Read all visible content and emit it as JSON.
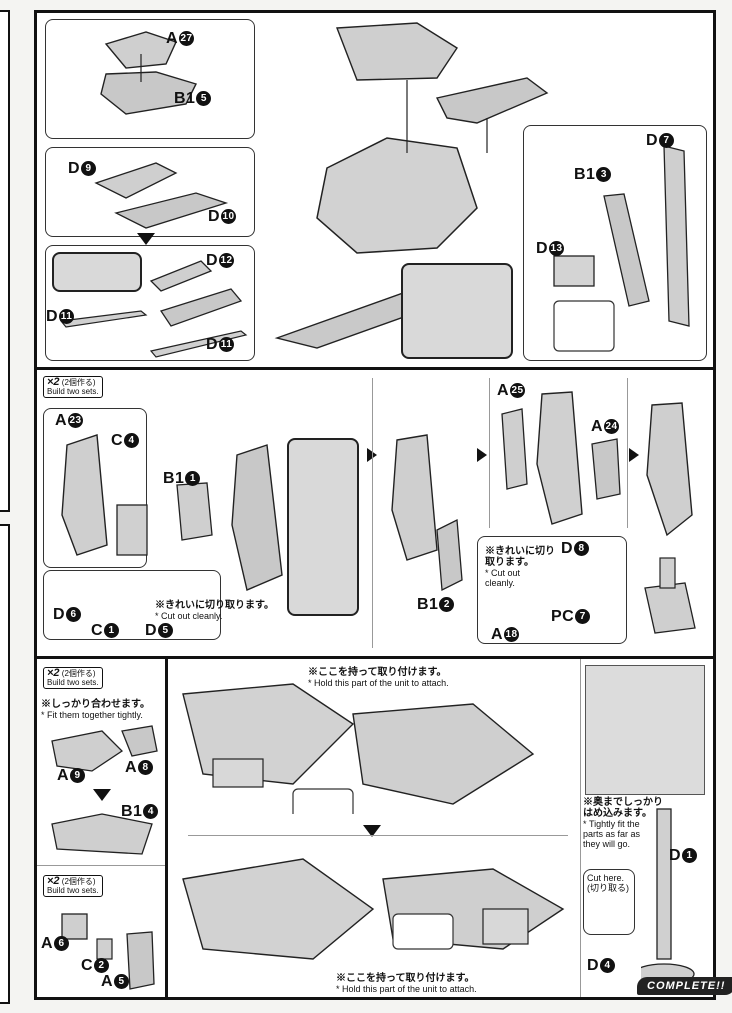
{
  "step1": {
    "labels": {
      "a27": "A",
      "a27n": "27",
      "b15": "B1",
      "b15n": "5",
      "d9": "D",
      "d9n": "9",
      "d10": "D",
      "d10n": "10",
      "d12": "D",
      "d12n": "12",
      "d11a": "D",
      "d11an": "11",
      "d11b": "D",
      "d11bn": "11",
      "d7": "D",
      "d7n": "7",
      "b13": "B1",
      "b13n": "3",
      "d13": "D",
      "d13n": "13"
    }
  },
  "step2": {
    "badge_x": "×2",
    "badge_jp": "(2個作る)",
    "badge_en": "Build two sets.",
    "labels": {
      "a23": "A",
      "a23n": "23",
      "c4": "C",
      "c4n": "4",
      "b11": "B1",
      "b11n": "1",
      "d6": "D",
      "d6n": "6",
      "c1": "C",
      "c1n": "1",
      "d5": "D",
      "d5n": "5",
      "b12": "B1",
      "b12n": "2",
      "a25": "A",
      "a25n": "25",
      "a24": "A",
      "a24n": "24",
      "d8": "D",
      "d8n": "8",
      "pc7": "PC",
      "pc7n": "7",
      "a18": "A",
      "a18n": "18"
    },
    "note1_jp": "※きれいに切り取ります。",
    "note1_en": "* Cut out cleanly.",
    "note2_jp": "※きれいに切り",
    "note2_jp2": "取ります。",
    "note2_en": "* Cut out",
    "note2_en2": "cleanly."
  },
  "step3": {
    "badge_x": "×2",
    "badge_jp": "(2個作る)",
    "badge_en": "Build two sets.",
    "fit_jp": "※しっかり合わせます。",
    "fit_en": "* Fit them together tightly.",
    "labels": {
      "a9": "A",
      "a9n": "9",
      "a8": "A",
      "a8n": "8",
      "b14": "B1",
      "b14n": "4",
      "a6": "A",
      "a6n": "6",
      "c2": "C",
      "c2n": "2",
      "a5": "A",
      "a5n": "5"
    },
    "badge2_x": "×2",
    "badge2_jp": "(2個作る)",
    "badge2_en": "Build two sets."
  },
  "step4": {
    "hold_jp": "※ここを持って取り付けます。",
    "hold_en": "* Hold this part of the unit to attach.",
    "hold2_jp": "※ここを持って取り付けます。",
    "hold2_en": "* Hold this part of the unit to attach."
  },
  "stand": {
    "tight_jp": "※奥までしっかり",
    "tight_jp2": "はめ込みます。",
    "tight_en1": "* Tightly fit the",
    "tight_en2": "parts as far as",
    "tight_en3": "they will go.",
    "cut_en": "Cut here.",
    "cut_jp": "(切り取る)",
    "d1": "D",
    "d1n": "1",
    "d4": "D",
    "d4n": "4",
    "complete": "COMPLETE!!"
  }
}
